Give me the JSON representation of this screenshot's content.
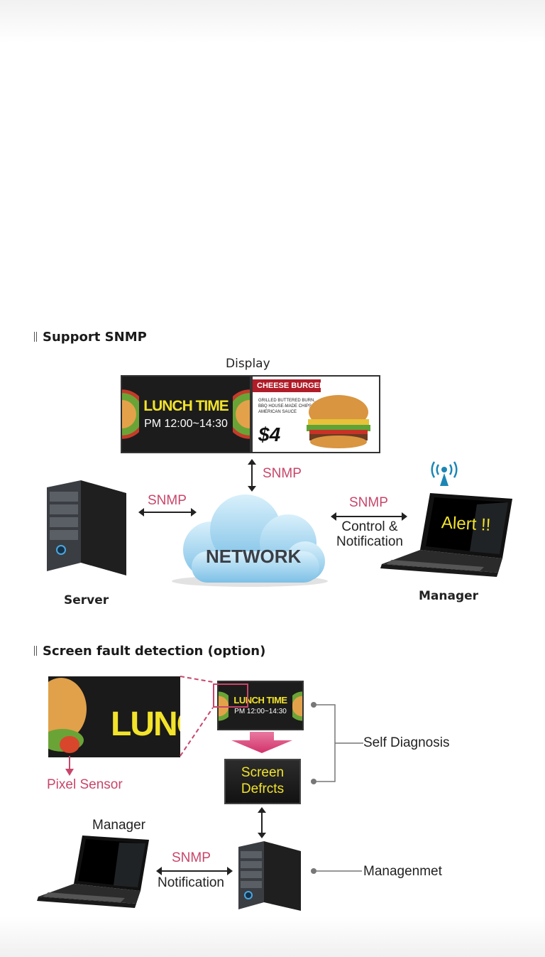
{
  "snmp_section": {
    "title": "Support SNMP",
    "display_label": "Display",
    "left_screen": {
      "headline": "LUNCH TIME",
      "time": "PM 12:00~14:30"
    },
    "right_screen": {
      "banner": "CHEESE BURGER",
      "desc_line1": "GRILLED BUTTERED BURN,",
      "desc_line2": "BBQ HOUSE-MADE CHIPS,",
      "desc_line3": "AMERICAN SAUCE",
      "price": "$4"
    },
    "snmp_top": "SNMP",
    "snmp_left": "SNMP",
    "snmp_right": "SNMP",
    "control_line1": "Control &",
    "control_line2": "Notification",
    "network_label": "NETWORK",
    "server_label": "Server",
    "manager_label": "Manager",
    "alert_text": "Alert !!"
  },
  "fault_section": {
    "title": "Screen fault detection (option)",
    "zoom_text": "LUNC",
    "monitor_headline": "LUNCH TIME",
    "monitor_time": "PM 12:00~14:30",
    "pixel_sensor_label": "Pixel Sensor",
    "defect_line1": "Screen",
    "defect_line2": "Defrcts",
    "self_diagnosis_label": "Self Diagnosis",
    "manager_label": "Manager",
    "snmp_label": "SNMP",
    "notification_label": "Notification",
    "management_label": "Managenmet"
  },
  "colors": {
    "accent_pink": "#c8466a",
    "headline_yellow": "#f2e32b",
    "cloud_blue": "#9fd3ee",
    "banner_red": "#b01c27"
  }
}
